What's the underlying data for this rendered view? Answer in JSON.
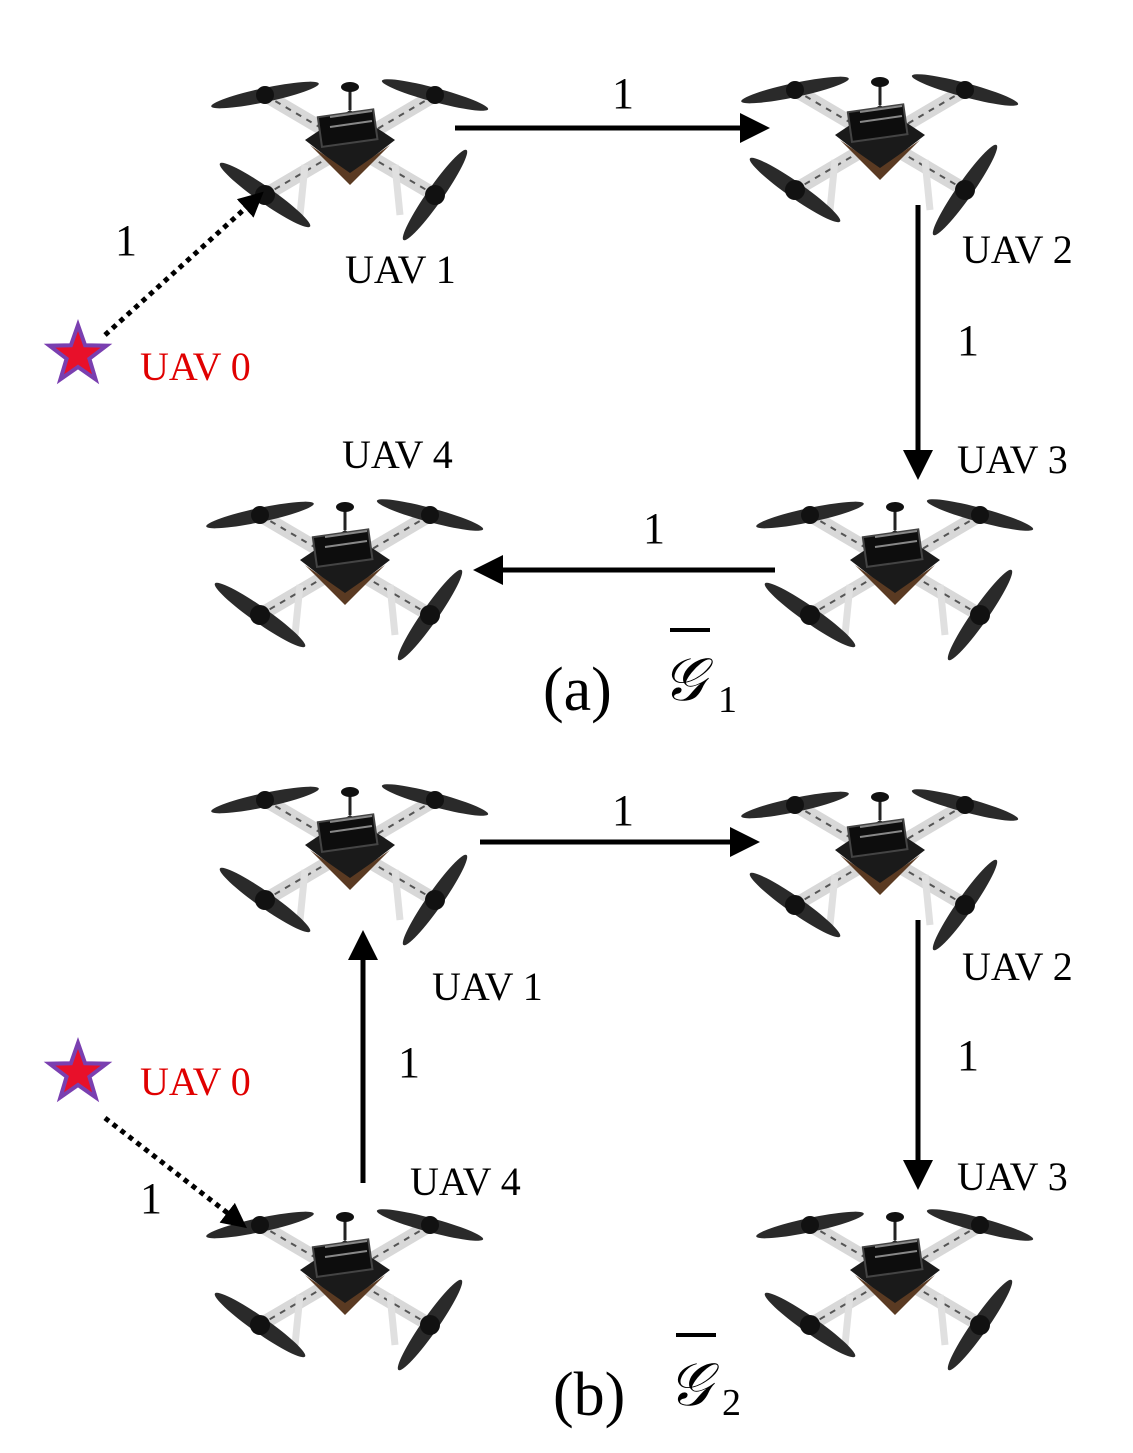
{
  "panels": [
    {
      "caption": {
        "prefix": "(a)",
        "symbol": "𝒢",
        "subscript": "1"
      },
      "leader": {
        "label": "UAV 0",
        "color": "#e00000",
        "icon": "star-icon"
      },
      "uav_labels": [
        "UAV 1",
        "UAV 2",
        "UAV 3",
        "UAV 4"
      ],
      "edges": [
        {
          "from": "UAV 0",
          "to": "UAV 1",
          "weight": "1",
          "style": "dotted"
        },
        {
          "from": "UAV 1",
          "to": "UAV 2",
          "weight": "1",
          "style": "solid"
        },
        {
          "from": "UAV 2",
          "to": "UAV 3",
          "weight": "1",
          "style": "solid"
        },
        {
          "from": "UAV 3",
          "to": "UAV 4",
          "weight": "1",
          "style": "solid"
        }
      ]
    },
    {
      "caption": {
        "prefix": "(b)",
        "symbol": "𝒢",
        "subscript": "2"
      },
      "leader": {
        "label": "UAV 0",
        "color": "#e00000",
        "icon": "star-icon"
      },
      "uav_labels": [
        "UAV 1",
        "UAV 2",
        "UAV 3",
        "UAV 4"
      ],
      "edges": [
        {
          "from": "UAV 0",
          "to": "UAV 4",
          "weight": "1",
          "style": "dotted"
        },
        {
          "from": "UAV 4",
          "to": "UAV 1",
          "weight": "1",
          "style": "solid"
        },
        {
          "from": "UAV 1",
          "to": "UAV 2",
          "weight": "1",
          "style": "solid"
        },
        {
          "from": "UAV 2",
          "to": "UAV 3",
          "weight": "1",
          "style": "solid"
        }
      ]
    }
  ],
  "colors": {
    "leader_star_fill": "#e8102a",
    "leader_star_stroke": "#7a3fb0",
    "edge": "#000000"
  },
  "icons": {
    "uav": "quadcopter-drone-icon",
    "leader": "star-icon"
  }
}
